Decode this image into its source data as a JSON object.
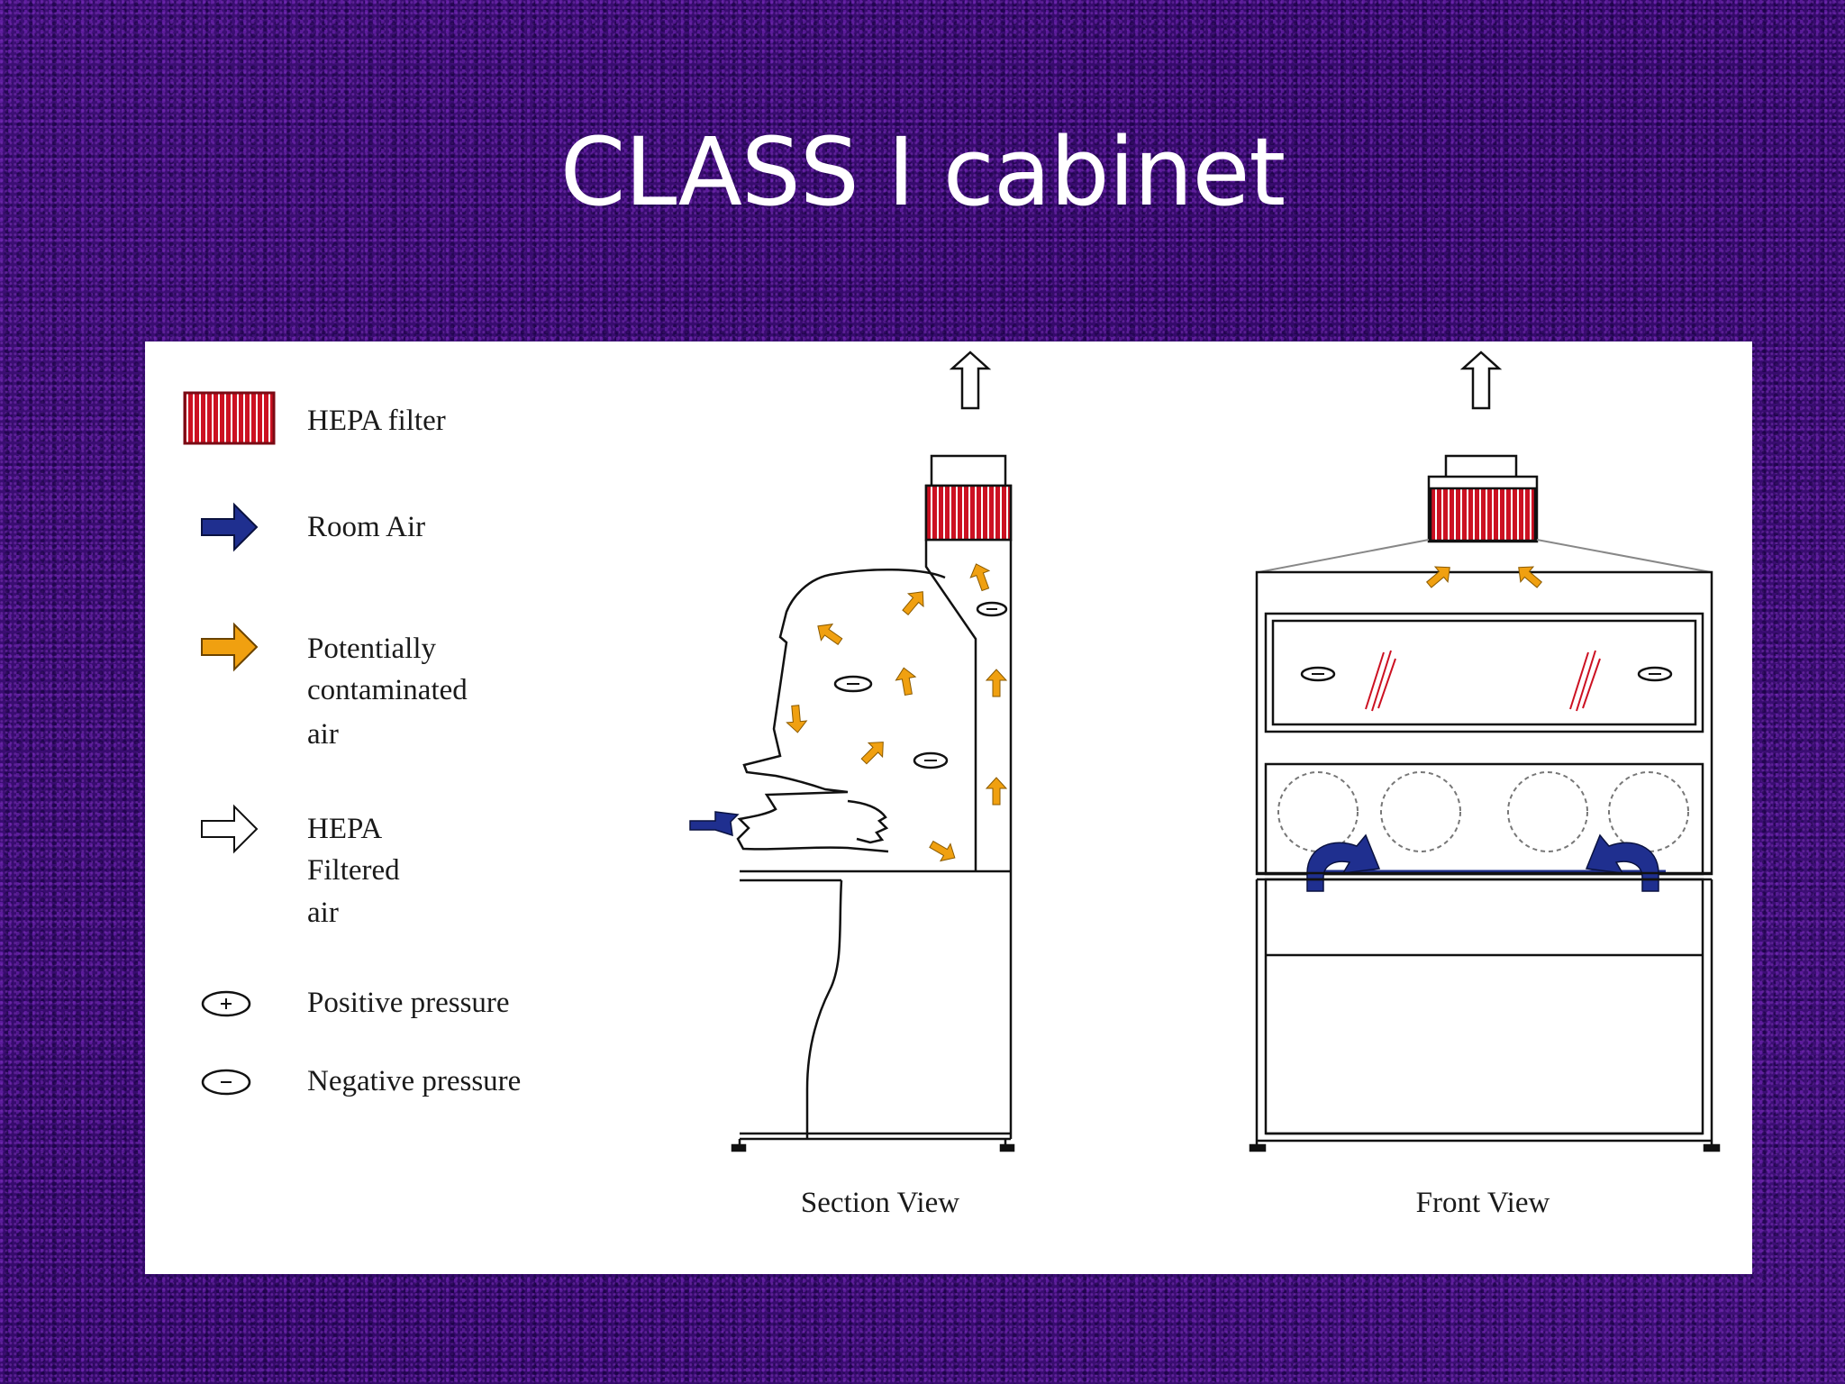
{
  "title": "CLASS I cabinet",
  "legend": {
    "hepa_filter": "HEPA filter",
    "room_air": "Room Air",
    "contaminated_air": [
      "Potentially",
      "contaminated",
      "air"
    ],
    "filtered_air": [
      "HEPA",
      "Filtered",
      "air"
    ],
    "positive_pressure": "Positive pressure",
    "negative_pressure": "Negative pressure"
  },
  "views": {
    "section": "Section View",
    "front": "Front View"
  },
  "colors": {
    "hepa": "#cc1122",
    "room_air": "#1f2f8f",
    "contaminated": "#f0a010",
    "background": "#3a0d6e"
  }
}
